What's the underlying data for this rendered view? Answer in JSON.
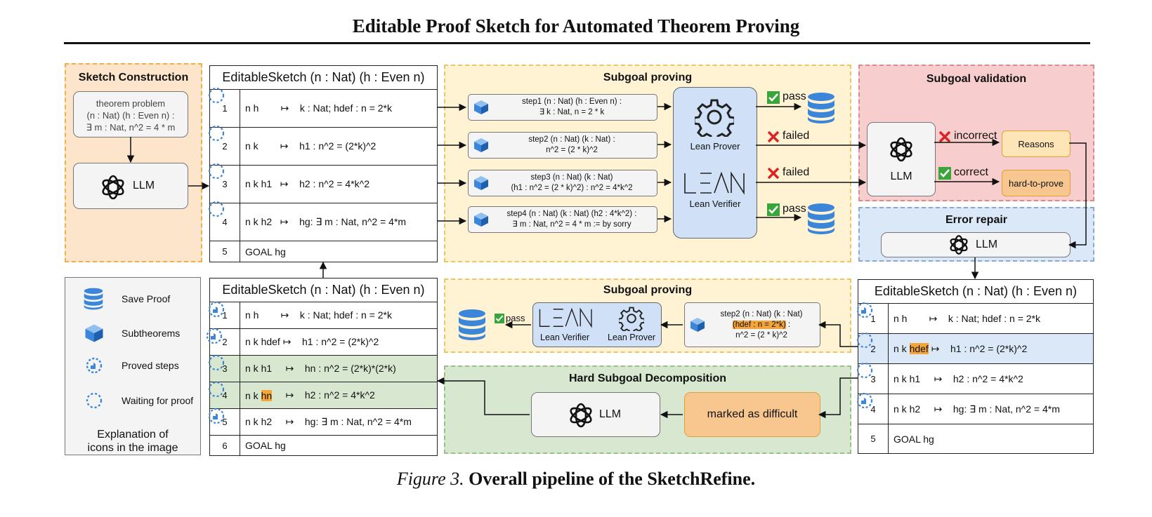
{
  "title": "Editable Proof Sketch for Automated Theorem Proving",
  "caption": {
    "prefix": "Figure 3.",
    "text": "Overall pipeline of the SketchRefine."
  },
  "sketch_construction": {
    "heading": "Sketch Construction",
    "theorem_lines": [
      "theorem problem",
      "(n : Nat) (h : Even n) :",
      "∃ m : Nat, n^2 = 4 * m"
    ],
    "llm": "LLM"
  },
  "sketch_top": {
    "header": "EditableSketch (n : Nat) (h : Even n)",
    "rows": [
      {
        "num": "1",
        "text": "n h        ↦    k : Nat; hdef : n = 2*k"
      },
      {
        "num": "2",
        "text": "n k        ↦    h1 : n^2 = (2*k)^2"
      },
      {
        "num": "3",
        "text": "n k h1   ↦    h2 : n^2 = 4*k^2"
      },
      {
        "num": "4",
        "text": "n k h2   ↦    hg: ∃ m : Nat, n^2 = 4*m"
      },
      {
        "num": "5",
        "text": "GOAL hg"
      }
    ]
  },
  "subgoal_proving_top": {
    "heading": "Subgoal proving",
    "steps": [
      [
        "step1 (n : Nat) (h : Even n) :",
        "∃ k : Nat, n = 2 * k"
      ],
      [
        "step2 (n : Nat) (k : Nat) :",
        "n^2 = (2 * k)^2"
      ],
      [
        "step3 (n : Nat) (k : Nat)",
        "(h1 : n^2 = (2 * k)^2) : n^2 = 4*k^2"
      ],
      [
        "step4 (n : Nat) (k : Nat) (h2 : 4*k^2) :",
        "∃ m : Nat, n^2 = 4 * m := by sorry"
      ]
    ],
    "prover": "Lean Prover",
    "verifier": "Lean Verifier",
    "results": [
      "pass",
      "failed",
      "failed",
      "pass"
    ]
  },
  "subgoal_validation": {
    "heading": "Subgoal validation",
    "llm": "LLM",
    "incorrect": "incorrect",
    "correct": "correct",
    "reasons": "Reasons",
    "hard": "hard-to-prove"
  },
  "error_repair": {
    "heading": "Error repair",
    "llm": "LLM"
  },
  "sketch_right": {
    "header": "EditableSketch  (n : Nat) (h : Even n)",
    "rows": [
      {
        "num": "1",
        "text": "n h        ↦    k : Nat; hdef : n = 2*k"
      },
      {
        "num": "2",
        "pre": "n k ",
        "hl": "hdef",
        "post": " ↦    h1 : n^2 = (2*k)^2"
      },
      {
        "num": "3",
        "text": "n k h1     ↦    h2 : n^2 = 4*k^2"
      },
      {
        "num": "4",
        "text": "n k h2     ↦    hg: ∃ m : Nat, n^2 = 4*m"
      },
      {
        "num": "5",
        "text": "GOAL hg"
      }
    ]
  },
  "subgoal_proving_mid": {
    "heading": "Subgoal proving",
    "step_l1": "step2 (n : Nat) (k : Nat)",
    "step_hl": "(hdef : n = 2*k)",
    "step_l2_tail": " :",
    "step_l3": "n^2 = (2 * k)^2",
    "verifier": "Lean Verifier",
    "prover": "Lean Prover",
    "pass": "pass"
  },
  "hard_decomposition": {
    "heading": "Hard Subgoal Decomposition",
    "llm": "LLM",
    "marked": "marked as difficult"
  },
  "sketch_bottom": {
    "header": "EditableSketch  (n : Nat) (h : Even n)",
    "rows": [
      {
        "num": "1",
        "text": "n h        ↦    k : Nat; hdef : n = 2*k"
      },
      {
        "num": "2",
        "text": "n k hdef ↦    h1 : n^2 = (2*k)^2"
      },
      {
        "num": "3",
        "text": "n k h1     ↦    hn : n^2 = (2*k)*(2*k)"
      },
      {
        "num": "4",
        "pre": "n k ",
        "hl": "hn",
        "post": "     ↦    h2 : n^2 = 4*k^2"
      },
      {
        "num": "5",
        "text": "n k h2     ↦    hg: ∃ m : Nat, n^2 = 4*m"
      },
      {
        "num": "6",
        "text": "GOAL hg"
      }
    ]
  },
  "legend": {
    "save": "Save Proof",
    "sub": "Subtheorems",
    "proved": "Proved steps",
    "waiting": "Waiting for proof",
    "explain_1": "Explanation of",
    "explain_2": "icons in the image"
  },
  "colors": {
    "orange_panel": "#fde5cc",
    "yellow_panel": "#fff3d4",
    "red_panel": "#f8cdcd",
    "blue_panel": "#dbe8f8",
    "green_panel": "#d8e8d0",
    "highlight": "#f5a43a",
    "icon_blue": "#3b86d8"
  }
}
